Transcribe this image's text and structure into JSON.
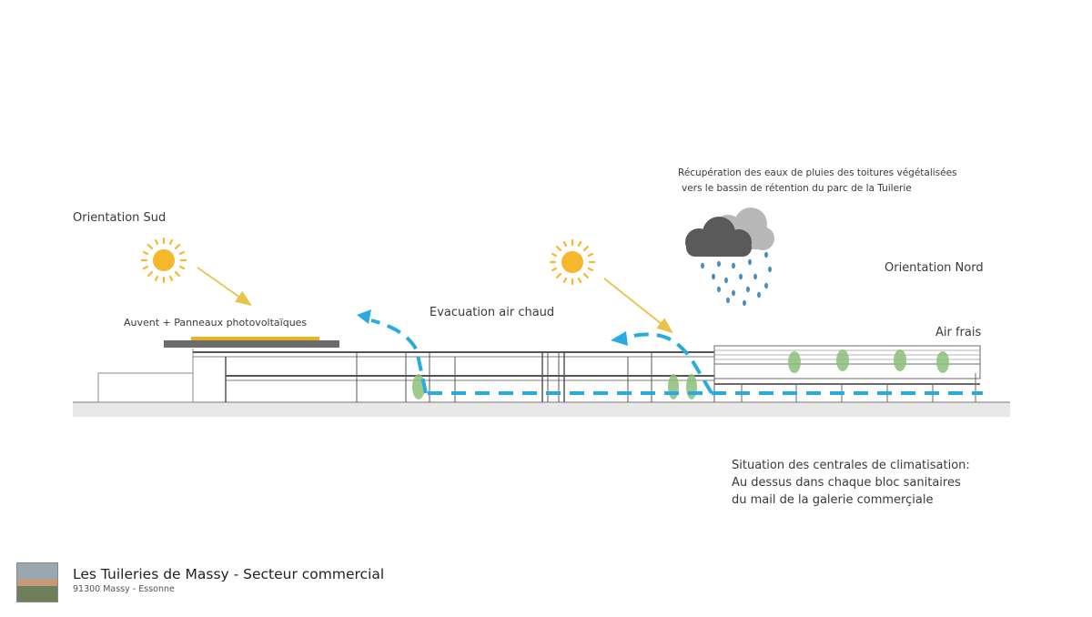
{
  "labels": {
    "south": "Orientation Sud",
    "north": "Orientation Nord",
    "awning": "Auvent + Panneaux photovoltaïques",
    "hot_air": "Evacuation air chaud",
    "fresh_air": "Air frais",
    "rain_line1": "Récupération des eaux de pluies des toitures végétalisées",
    "rain_line2": "vers le bassin de rétention du parc de la Tuilerie",
    "hvac_line1": "Situation des centrales de climatisation:",
    "hvac_line2": "Au dessus dans chaque bloc sanitaires",
    "hvac_line3": "du mail de la galerie commerçiale"
  },
  "footer": {
    "title": "Les Tuileries de Massy - Secteur commercial",
    "subtitle": "91300 Massy - Essonne"
  },
  "icons": {
    "sun": "sun-icon",
    "cloud": "rain-cloud-icon"
  },
  "colors": {
    "airflow": "#29abe2",
    "sun": "#f7b72b",
    "arrow": "#e9c24a",
    "solar_panel": "#e6b422",
    "cloud_dark": "#5a5a5a",
    "cloud_light": "#b8b8b8",
    "rain": "#4a8fc0",
    "plants": "#8bbf7a"
  }
}
